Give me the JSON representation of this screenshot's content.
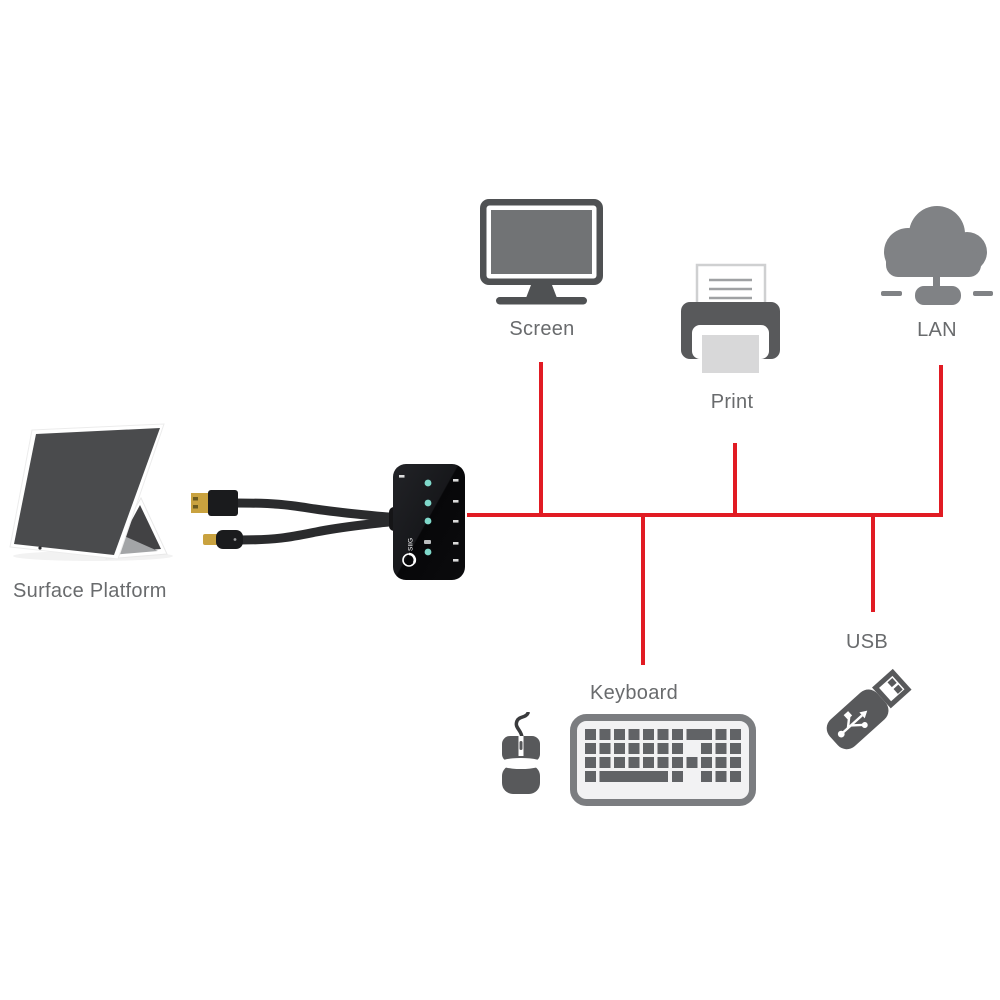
{
  "diagram": {
    "source_device": {
      "label": "Surface Platform"
    },
    "hub": {
      "brand": "SIIG"
    },
    "peripherals": [
      {
        "id": "screen",
        "label": "Screen"
      },
      {
        "id": "print",
        "label": "Print"
      },
      {
        "id": "lan",
        "label": "LAN"
      },
      {
        "id": "keyboard",
        "label": "Keyboard"
      },
      {
        "id": "usb",
        "label": "USB"
      }
    ]
  },
  "colors": {
    "accent_red": "#e11b23",
    "icon_dark": "#58595b",
    "icon_gray": "#808285",
    "paper_light": "#d8d8d9",
    "text_gray": "#696b6d",
    "led_teal": "#7fd8ca",
    "connector_gold": "#c9a23f",
    "device_black": "#0c0d0f"
  }
}
